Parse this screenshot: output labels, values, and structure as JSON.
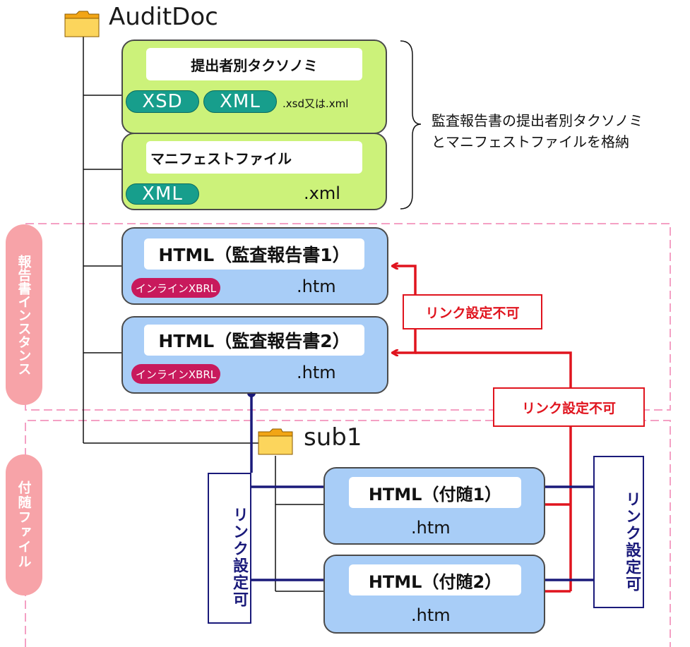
{
  "root_folder": {
    "label": "AuditDoc",
    "icon": "folder-icon"
  },
  "sub_folder": {
    "label": "sub1",
    "icon": "folder-icon"
  },
  "taxonomy_box": {
    "title": "提出者別タクソノミ",
    "pills": [
      "XSD",
      "XML"
    ],
    "ext": ".xsd又は.xml"
  },
  "manifest_box": {
    "title": "マニフェストファイル",
    "pills": [
      "XML"
    ],
    "ext": ".xml"
  },
  "brace_note": {
    "line1": "監査報告書の提出者別タクソノミ",
    "line2": "とマニフェストファイルを格納"
  },
  "report1": {
    "title": "HTML（監査報告書1）",
    "badge": "インラインXBRL",
    "ext": ".htm"
  },
  "report2": {
    "title": "HTML（監査報告書2）",
    "badge": "インラインXBRL",
    "ext": ".htm"
  },
  "attach1": {
    "title": "HTML（付随1）",
    "ext": ".htm"
  },
  "attach2": {
    "title": "HTML（付随2）",
    "ext": ".htm"
  },
  "labels": {
    "link_not_allowed_1": "リンク設定不可",
    "link_not_allowed_2": "リンク設定不可",
    "link_allowed_left": "リンク設定可",
    "link_allowed_right": "リンク設定可"
  },
  "side_tabs": {
    "report_instance": "報告書インスタンス",
    "attachment_files": "付随ファイル"
  },
  "colors": {
    "green_box": "#ccf27a",
    "blue_box": "#a8cdf7",
    "teal_pill": "#179e8c",
    "magenta_pill": "#c8195c",
    "red_arrow": "#e0141e",
    "navy_arrow": "#1a1a7a",
    "pink_dash": "#f4a0c4",
    "side_tab": "#f7a3a8"
  }
}
